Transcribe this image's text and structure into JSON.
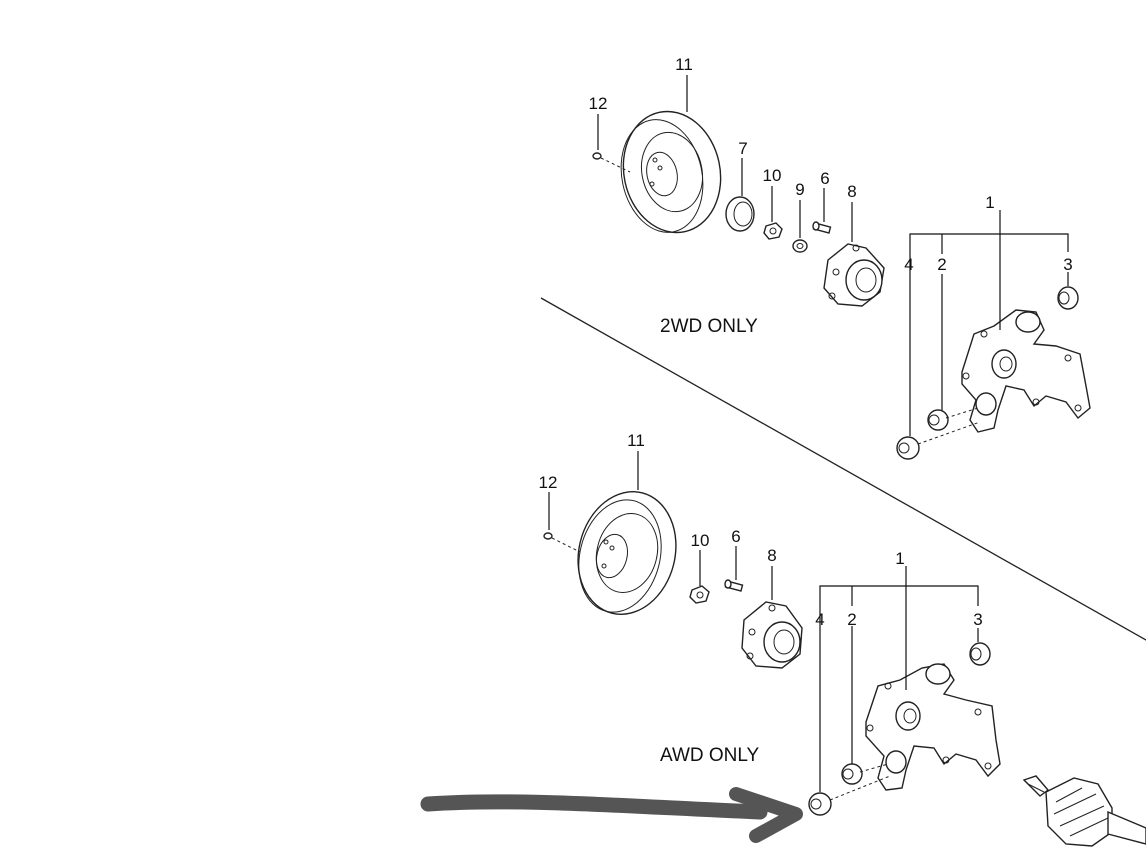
{
  "sections": {
    "top": {
      "caption": "2WD ONLY",
      "callouts": {
        "c11": "11",
        "c12": "12",
        "c7": "7",
        "c10": "10",
        "c9": "9",
        "c6": "6",
        "c8": "8",
        "c1": "1",
        "c4": "4",
        "c2": "2",
        "c3": "3"
      }
    },
    "bottom": {
      "caption": "AWD ONLY",
      "callouts": {
        "c11": "11",
        "c12": "12",
        "c10": "10",
        "c6": "6",
        "c8": "8",
        "c1": "1",
        "c4": "4",
        "c2": "2",
        "c3": "3"
      }
    }
  },
  "colors": {
    "line": "#222222",
    "arrow": "#555555",
    "background": "#ffffff"
  },
  "annotation": {
    "type": "hand-drawn-arrow",
    "points_to": "bushing-4 (AWD)"
  }
}
